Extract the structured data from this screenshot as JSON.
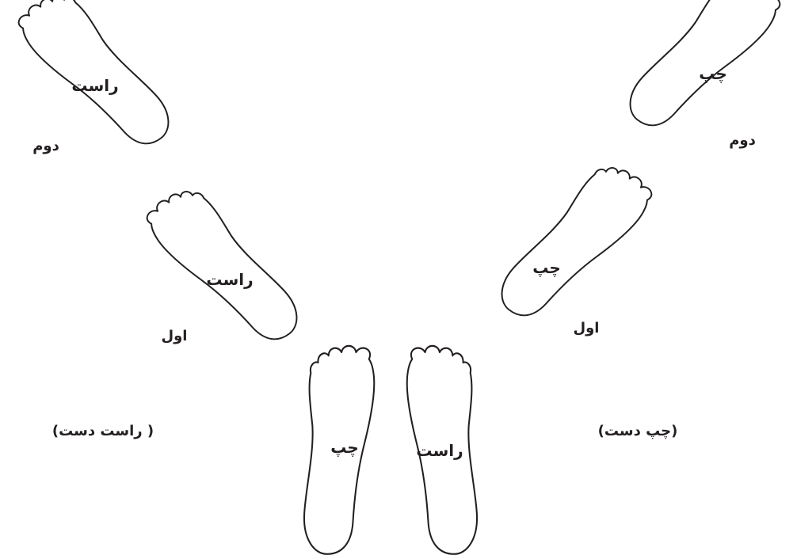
{
  "colors": {
    "ink": "#231f20",
    "background": "#ffffff"
  },
  "feet": [
    {
      "id": "right-second",
      "side": "right",
      "label": "راست",
      "icon": "right-footprint-icon"
    },
    {
      "id": "right-first",
      "side": "right",
      "label": "راست",
      "icon": "right-footprint-icon"
    },
    {
      "id": "left-start",
      "side": "left",
      "label": "چپ",
      "icon": "left-footprint-icon"
    },
    {
      "id": "right-start",
      "side": "right",
      "label": "راست",
      "icon": "right-footprint-icon"
    },
    {
      "id": "left-first",
      "side": "left",
      "label": "چپ",
      "icon": "left-footprint-icon"
    },
    {
      "id": "left-second",
      "side": "left",
      "label": "چپ",
      "icon": "left-footprint-icon"
    }
  ],
  "captions": {
    "right_second": "دوم",
    "right_first": "اول",
    "right_hand": "(راست دست )",
    "left_second": "دوم",
    "left_first": "اول",
    "left_hand": "(چپ دست)"
  }
}
